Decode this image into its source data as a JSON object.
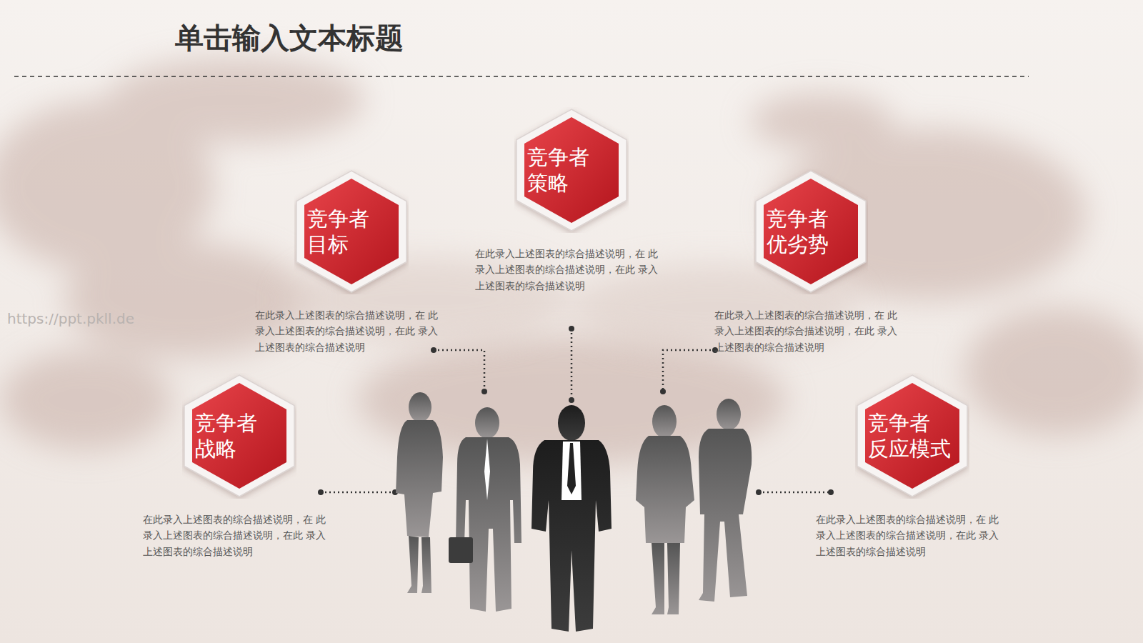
{
  "diagram": {
    "title": "单击输入文本标题",
    "nodes": [
      {
        "text": [
          "竞争者 策略",
          "在此录入上述图表的综合描述说明，在 此录入上述图表的综合描述说明，在此 录入上述图表的综合描述说明"
        ]
      },
      {
        "text": [
          "竞争者 目标",
          "在此录入上述图表的综合描述说明，在 此录入上述图表的综合描述说明，在此 录入上述图表的综合描述说明"
        ]
      },
      {
        "text": [
          "竞争者 优劣势",
          "在此录入上述图表的综合描述说明，在 此录入上述图表的综合描述说明，在此 录入上述图表的综合描述说明"
        ]
      },
      {
        "text": [
          "竞争者 战略",
          "在此录入上述图表的综合描述说明，在 此录入上述图表的综合描述说明，在此 录入上述图表的综合描述说明"
        ]
      },
      {
        "text": [
          "竞争者 反应模式",
          "在此录入上述图表的综合描述说明，在 此录入上述图表的综合描述说明，在此 录入上述图表的综合描述说明"
        ]
      }
    ],
    "labels": [
      "https://ppt.pkll.de"
    ]
  }
}
